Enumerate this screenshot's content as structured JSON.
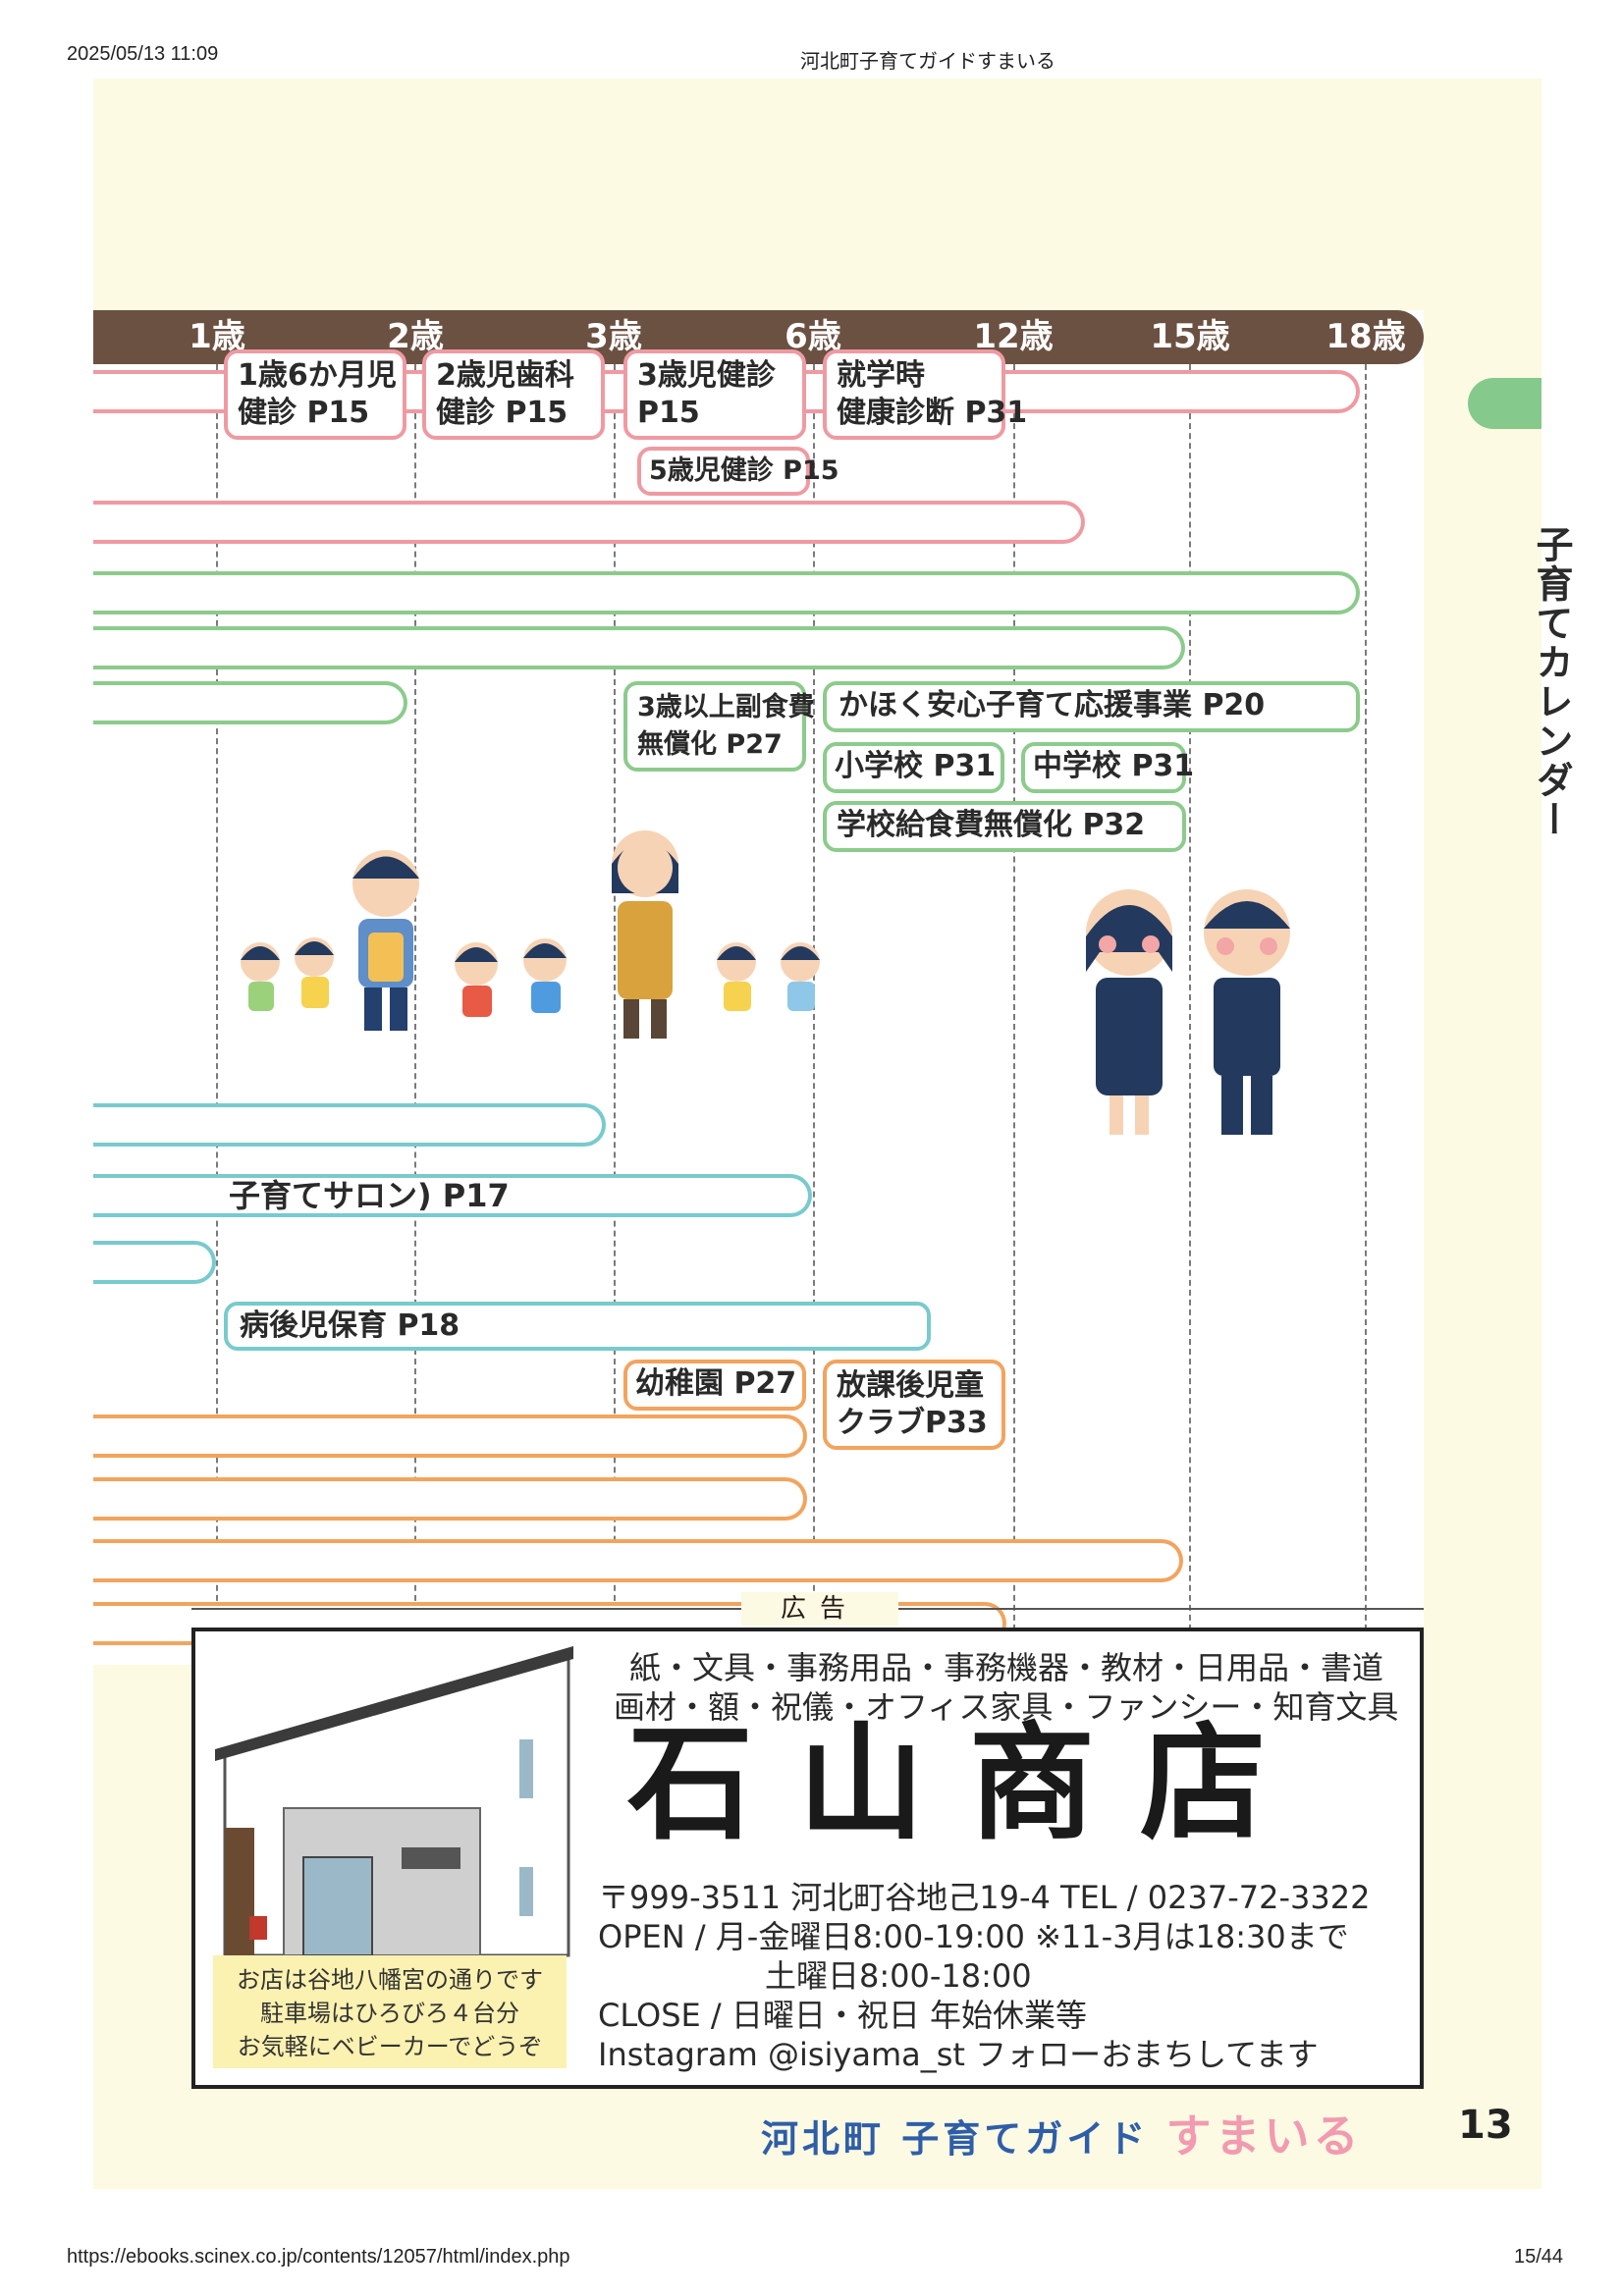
{
  "browser": {
    "timestamp": "2025/05/13 11:09",
    "title": "河北町子育てガイドすまいる",
    "url": "https://ebooks.scinex.co.jp/contents/12057/html/index.php",
    "page_count": "15/44"
  },
  "ages": [
    "1歳",
    "2歳",
    "3歳",
    "6歳",
    "12歳",
    "15歳",
    "18歳"
  ],
  "boxes": {
    "checkup_18m_l1": "1歳6か月児",
    "checkup_18m_l2": "健診 P15",
    "dental_2y_l1": "2歳児歯科",
    "dental_2y_l2": "健診 P15",
    "checkup_3y_l1": "3歳児健診",
    "checkup_3y_l2": "P15",
    "school_entry_l1": "就学時",
    "school_entry_l2": "健康診断 P31",
    "checkup_5y": "5歳児健診 P15",
    "food_free_l1": "3歳以上副食費",
    "food_free_l2": "無償化 P27",
    "kahoku_support": "かほく安心子育て応援事業 P20",
    "elementary": "小学校 P31",
    "junior_high": "中学校 P31",
    "lunch_free": "学校給食費無償化 P32",
    "salon": "子育てサロン) P17",
    "sick_care": "病後児保育 P18",
    "kindergarten": "幼稚園 P27",
    "afterschool_l1": "放課後児童",
    "afterschool_l2": "クラブP33"
  },
  "side_tab": "子育てカレンダー",
  "ad": {
    "tag": "広告",
    "line1": "紙・文具・事務用品・事務機器・教材・日用品・書道",
    "line2": "画材・額・祝儀・オフィス家具・ファンシー・知育文具",
    "store_name": "石山商店",
    "address": "〒999-3511 河北町谷地己19-4 TEL / 0237-72-3322",
    "open": "OPEN / 月-金曜日8:00-19:00 ※11-3月は18:30まで",
    "saturday": "土曜日8:00-18:00",
    "close": "CLOSE / 日曜日・祝日 年始休業等",
    "instagram": "Instagram @isiyama_st フォローおまちしてます",
    "note1": "お店は谷地八幡宮の通りです",
    "note2": "駐車場はひろびろ４台分",
    "note3": "お気軽にベビーカーでどうぞ"
  },
  "footer": {
    "brand_blue": "河北町 子育てガイド",
    "brand_pink": "すまいる",
    "page_number": "13"
  },
  "colors": {
    "axis": "#6b5142",
    "health": "#ef9aa2",
    "finance": "#8ccb8c",
    "care": "#78cacd",
    "education": "#f2a45e",
    "page_bg": "#fcfae3"
  }
}
